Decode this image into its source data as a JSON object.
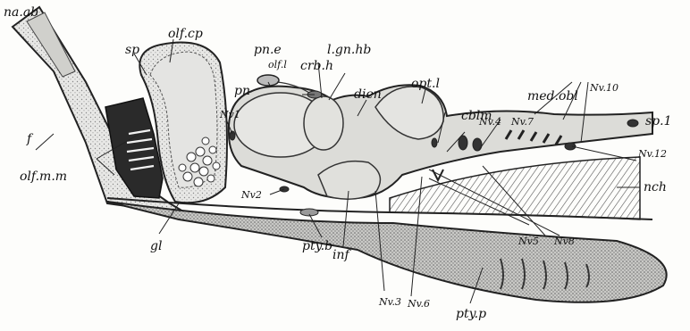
{
  "figure": {
    "labels": {
      "na_ab": "na.ab",
      "sp": "sp",
      "olf_cp": "olf.cp",
      "pn_e": "pn.e",
      "olf_l": "olf.l",
      "crb_h": "crb.h",
      "l_gn_hb": "l.gn.hb",
      "pn": "pn",
      "dien": "dien",
      "opt_l": "opt.l",
      "cblm": "cblm",
      "med_obl": "med.obl",
      "nv10": "Nv.10",
      "nv4": "Nv.4",
      "nv7": "Nv.7",
      "sp_1": "sp.1",
      "nv12": "Nv.12",
      "nv1": "Nv1",
      "f": "f",
      "olf_m_m": "olf.m.m",
      "nch": "nch",
      "nv2": "Nv2",
      "gl": "gl",
      "pty_b": "pty.b",
      "inf": "inf",
      "nv3": "Nv.3",
      "nv6": "Nv.6",
      "nv5": "Nv5",
      "nv8": "Nv8",
      "pty_p": "pty.p"
    }
  }
}
